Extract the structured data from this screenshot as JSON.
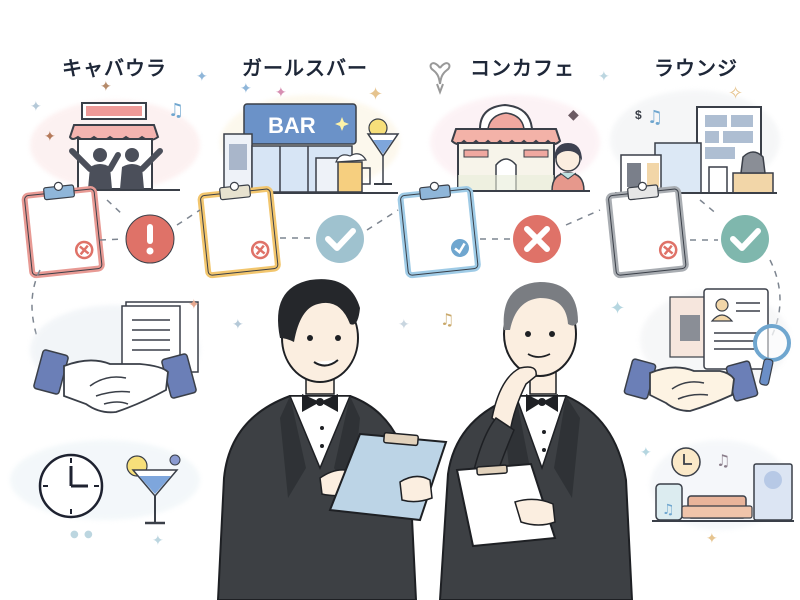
{
  "categories": [
    {
      "label": "キャバウラ",
      "scene": "storefront-with-cheering-silhouettes",
      "clipboard_color": "#e89a94",
      "clipboard_mark": "x-mark",
      "status": "warning",
      "status_color": "#df7268"
    },
    {
      "label": "ガールスバー",
      "scene": "bar-storefront-with-beer-and-cocktail",
      "sign_text": "BAR",
      "clipboard_color": "#f2c66e",
      "clipboard_mark": "x-mark",
      "status": "approved",
      "status_color": "#9fc2cf"
    },
    {
      "label": "コンカフェ",
      "scene": "maid-cafe-storefront-with-maid",
      "clipboard_color": "#9fcbe6",
      "clipboard_mark": "check-mark",
      "status": "rejected",
      "status_color": "#df7268"
    },
    {
      "label": "ラウンジ",
      "scene": "lounge-building-with-music-and-money",
      "currency_symbol": "$",
      "clipboard_color": "#a9adb2",
      "clipboard_mark": "x-mark",
      "status": "approved",
      "status_color": "#7fb7ad"
    }
  ],
  "side_panels": {
    "left_middle": "handshake-with-document",
    "left_bottom": "clock-and-cocktail",
    "right_middle": "handshake-with-resume-and-magnifier",
    "right_bottom": "lounge-sofa-with-clock-and-phone"
  },
  "characters": [
    {
      "name": "young-staff-in-tuxedo",
      "action": "writing-on-blue-clipboard"
    },
    {
      "name": "senior-staff-in-tuxedo",
      "action": "thinking-holding-white-clipboard"
    }
  ],
  "colors": {
    "text": "#1e2738",
    "tuxedo": "#3d4044",
    "skin": "#fbeee0",
    "red": "#df7268",
    "teal": "#8fbcc4",
    "blue": "#6b8fc7",
    "yellow": "#f2c66e"
  }
}
